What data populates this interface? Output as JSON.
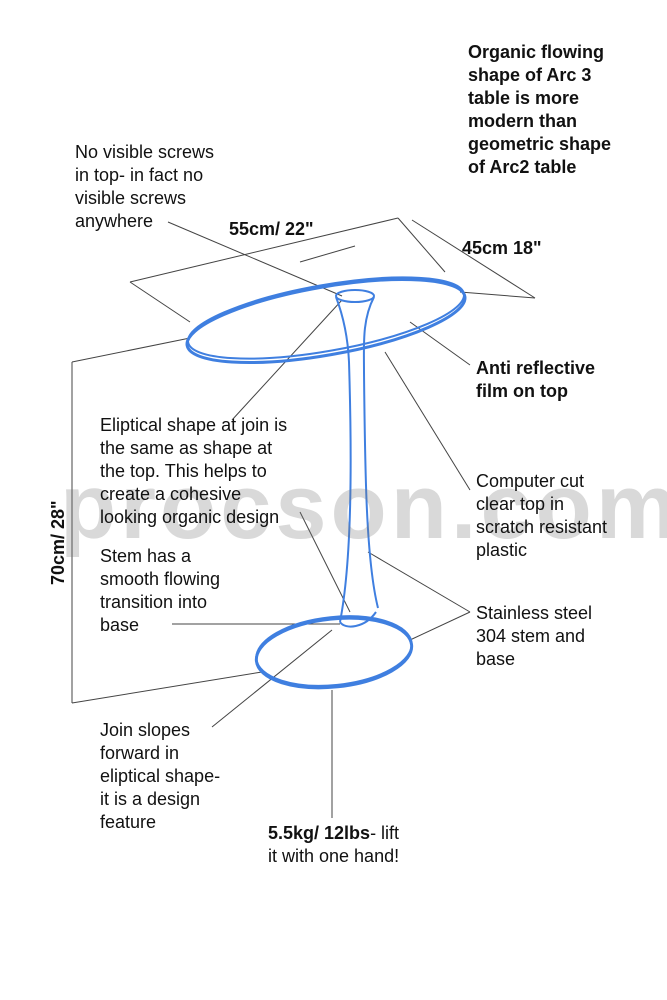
{
  "watermark": "procson.com",
  "colors": {
    "outline": "#3f7fe0",
    "line": "#333333",
    "text": "#111111"
  },
  "dimensions": {
    "width": "55cm/ 22\"",
    "depth": "45cm 18\"",
    "height": "70cm/ 28\""
  },
  "notes": {
    "organic": [
      "Organic flowing",
      "shape of Arc 3",
      "table is more",
      "modern than",
      "geometric shape",
      "of Arc2 table"
    ],
    "screws": [
      "No visible screws",
      "in top- in fact no",
      "visible screws",
      "anywhere"
    ],
    "anti_reflective": [
      "Anti reflective",
      "film on top"
    ],
    "eliptical": [
      "Eliptical shape at join is",
      "the same as shape at",
      "the top. This helps to",
      "create a cohesive",
      "looking organic design"
    ],
    "computer_cut": [
      "Computer cut",
      "clear top in",
      "scratch resistant",
      "plastic"
    ],
    "stem": [
      "Stem has a",
      "smooth flowing",
      "transition into",
      "base"
    ],
    "stainless": [
      "Stainless steel",
      "304 stem and",
      "base"
    ],
    "join": [
      "Join slopes",
      "forward in",
      "eliptical shape-",
      "it is a design",
      "feature"
    ],
    "weight": {
      "bold": "5.5kg/ 12lbs",
      "rest": "- lift",
      "line2": "it with one hand!"
    }
  }
}
